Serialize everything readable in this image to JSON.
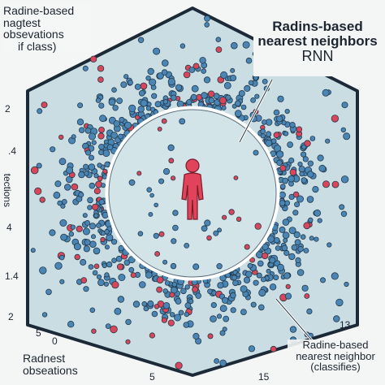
{
  "title_box": {
    "line1": "Radins-based",
    "line2": "nearest neighbors",
    "line3": "RNN"
  },
  "top_left_label": {
    "line1": "Radine-based",
    "line2": "nagtest",
    "line3": "obsevations",
    "line4": "if class)"
  },
  "side_label": "tections",
  "left_ticks": [
    "2",
    ".4",
    "4",
    "1.4",
    "2"
  ],
  "bottom_ticks": [
    "0",
    "5",
    "13",
    "15",
    "5"
  ],
  "bottom_left_label": {
    "line1": "Radnest",
    "line2": "obseations"
  },
  "bottom_right_label": {
    "line1": "Radine-based",
    "line2": "nearest neighbor",
    "line3": "(classifies)"
  },
  "colors": {
    "hexagon_fill": "#c9dde3",
    "hexagon_stroke": "#1c2a38",
    "blue_point": "#4a86b5",
    "red_point": "#d9465a",
    "person": "#e0435a",
    "radius_circle": "#ffffff"
  },
  "icons": [
    "person-icon"
  ]
}
